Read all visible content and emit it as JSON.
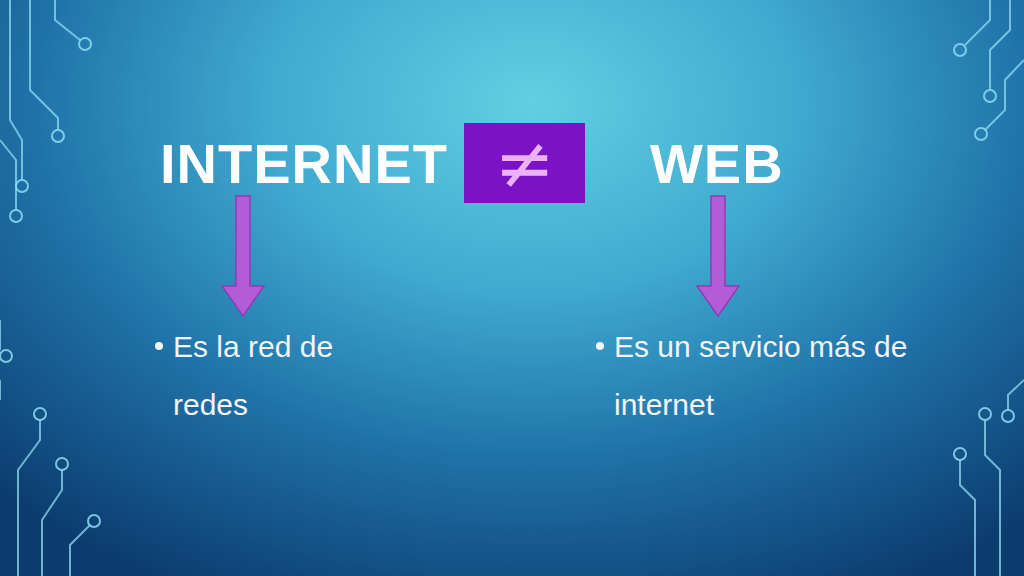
{
  "diagram": {
    "nodes": [
      {
        "text": [
          "INTERNET"
        ]
      },
      {
        "text": [
          "≠"
        ]
      },
      {
        "text": [
          "WEB"
        ]
      },
      {
        "text": [
          "Es la red de redes"
        ]
      },
      {
        "text": [
          "Es un servicio más de internet"
        ]
      }
    ],
    "edges": [
      {
        "from": 0,
        "to": 3,
        "arrow": "to"
      },
      {
        "from": 2,
        "to": 4,
        "arrow": "to"
      }
    ]
  }
}
